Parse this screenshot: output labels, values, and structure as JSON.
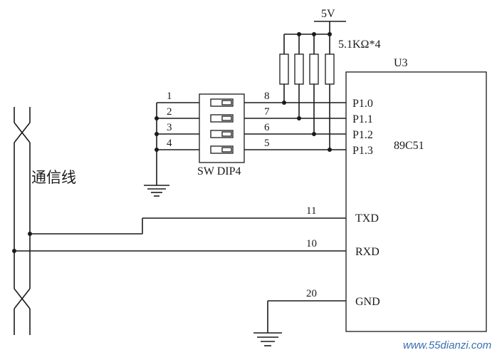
{
  "power": {
    "label": "5V"
  },
  "resistors": {
    "label": "5.1KΩ*4"
  },
  "mcu": {
    "ref": "U3",
    "part": "89C51",
    "ports": [
      "P1.0",
      "P1.1",
      "P1.2",
      "P1.3"
    ],
    "txd": {
      "label": "TXD",
      "pin": "11"
    },
    "rxd": {
      "label": "RXD",
      "pin": "10"
    },
    "gnd": {
      "label": "GND",
      "pin": "20"
    }
  },
  "dip_switch": {
    "label": "SW DIP4",
    "left_pins": [
      "1",
      "2",
      "3",
      "4"
    ],
    "right_pins": [
      "8",
      "7",
      "6",
      "5"
    ]
  },
  "comm_line": {
    "label": "通信线"
  },
  "watermark": {
    "text": "www.55dianzi.com"
  }
}
